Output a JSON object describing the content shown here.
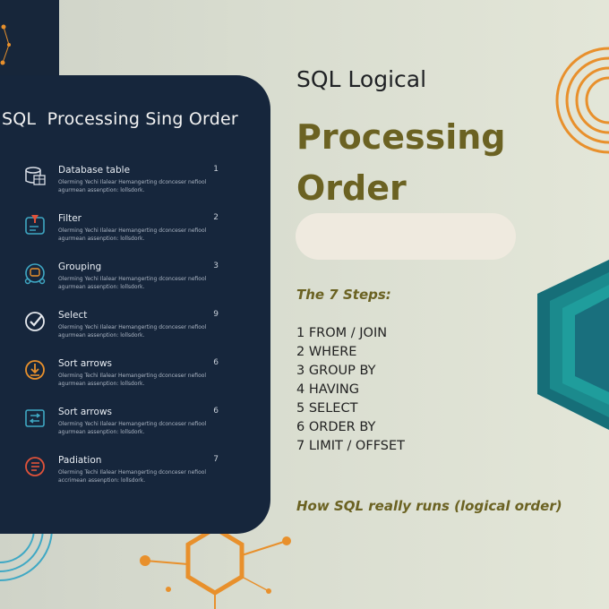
{
  "panel": {
    "title": "SQL  Processing Sing Order",
    "steps": [
      {
        "name": "Database table",
        "num": "1",
        "desc": "Olerming Yechi Ilalear Hemangerting dconceser nefiool agurmean assenption: lollsdork.",
        "icon": "database-table-icon",
        "color": "#d9dee6"
      },
      {
        "name": "Filter",
        "num": "2",
        "desc": "Olerming Yechi Ilalear Hemangerting dconceser nefiool agurmean assenption: lollsdork.",
        "icon": "filter-icon",
        "color": "#3fa8c4"
      },
      {
        "name": "Grouping",
        "num": "3",
        "desc": "Olerming Yechi Ilalear Hemangerting dconceser nefiool agurmean assenption: lollsdork.",
        "icon": "grouping-icon",
        "color": "#3fa8c4"
      },
      {
        "name": "Select",
        "num": "9",
        "desc": "Olerming Yechi Ilalear Hemangerting dconceser nefiool agurmean assenption: lollsdork.",
        "icon": "check-circle-icon",
        "color": "#e6e9ee"
      },
      {
        "name": "Sort arrows",
        "num": "6",
        "desc": "Olerming Techi Ilalear Hemangerting dconceser nefiool agurmean assenption: lollsdork.",
        "icon": "sort-arrows-icon",
        "color": "#e8902c"
      },
      {
        "name": "Sort arrows",
        "num": "6",
        "desc": "Olerming Yechi Ilalear Hemangerting dconceser nefiool agurmean assenption: lollsdork.",
        "icon": "sort-list-icon",
        "color": "#3fa8c4"
      },
      {
        "name": "Padiation",
        "num": "7",
        "desc": "Olerming Techi Ilalear Hemangerting dconceser nefiool accrimean assenption: lollsdork.",
        "icon": "pagination-icon",
        "color": "#e0523a"
      }
    ]
  },
  "header": {
    "subtitle": "SQL Logical",
    "title_line1": "Processing",
    "title_line2": "Order"
  },
  "steps_heading": "The 7 Steps:",
  "steps_list": [
    "1 FROM / JOIN",
    "2  WHERE",
    "3  GROUP BY",
    "4  HAVING",
    "5  SELECT",
    "6  ORDER BY",
    "7  LIMIT / OFFSET"
  ],
  "tagline": "How SQL really runs (logical order)",
  "colors": {
    "accent_olive": "#6b6222",
    "panel_bg": "#16263c",
    "teal": "#1f8c8f",
    "orange": "#e8902c"
  }
}
